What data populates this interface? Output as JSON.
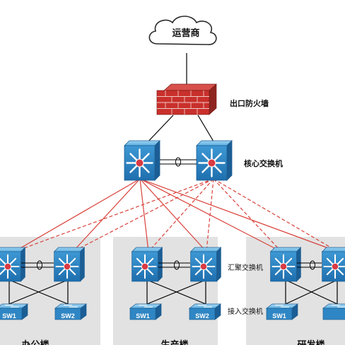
{
  "isp": {
    "label": "运营商"
  },
  "firewall": {
    "label": "出口防火墙"
  },
  "core": {
    "label": "核心交换机"
  },
  "layers": {
    "aggregation_label": "汇聚交换机",
    "access_label": "接入交换机"
  },
  "buildings": [
    {
      "name": "办公楼",
      "sw1": "SW1",
      "sw2": "SW2"
    },
    {
      "name": "生产楼",
      "sw1": "SW1",
      "sw2": "SW2"
    },
    {
      "name": "研发楼",
      "sw1": "SW1",
      "sw2": ""
    }
  ],
  "colors": {
    "building_fill": "#e2e2e2",
    "switch_blue": "#2f86c4",
    "uplink_red": "#d9413a",
    "firewall_red": "#c9302c"
  }
}
